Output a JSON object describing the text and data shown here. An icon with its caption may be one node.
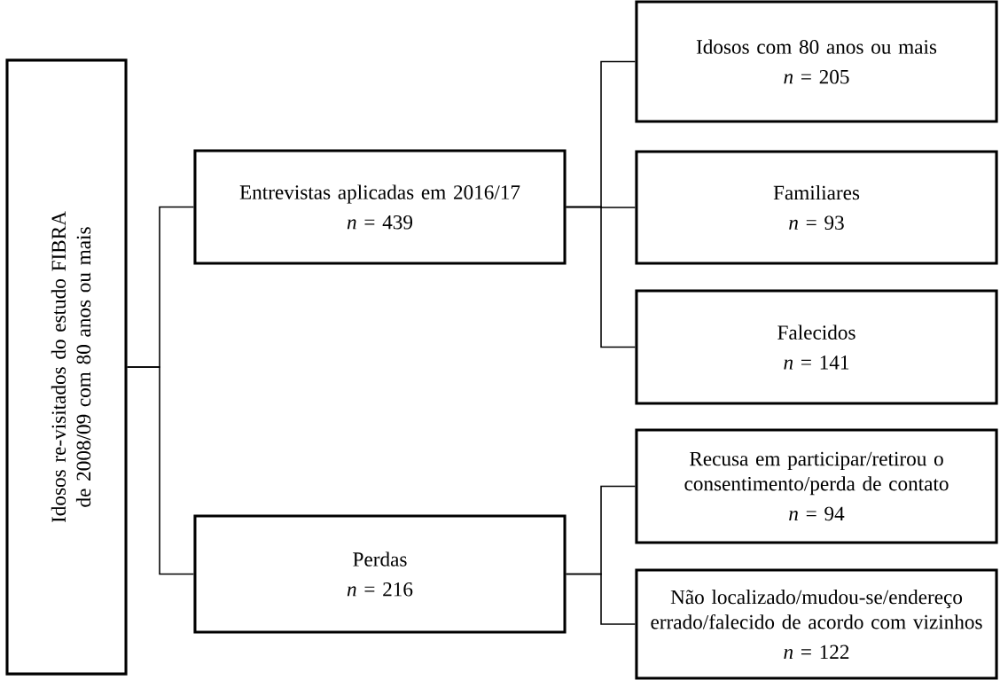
{
  "diagram": {
    "nodes": [
      {
        "text": [
          "Idosos re-visitados do estudo FIBRA de 2008/09 com 80 anos ou mais"
        ]
      },
      {
        "text": [
          "Entrevistas aplicadas em 2016/17",
          "*n* = 439"
        ]
      },
      {
        "text": [
          "Perdas",
          "*n* = 216"
        ]
      },
      {
        "text": [
          "Idosos com 80 anos ou mais",
          "*n* = 205"
        ]
      },
      {
        "text": [
          "Familiares",
          "*n* = 93"
        ]
      },
      {
        "text": [
          "Falecidos",
          "*n* = 141"
        ]
      },
      {
        "text": [
          "Recusa em participar/retirou o consentimento/perda de contato",
          "*n* = 94"
        ]
      },
      {
        "text": [
          "Não localizado/mudou-se/endereço errado/falecido de acordo com vizinhos",
          "*n* = 122"
        ]
      }
    ],
    "edges": [
      {
        "from": 0,
        "to": 1,
        "arrow": "none"
      },
      {
        "from": 0,
        "to": 2,
        "arrow": "none"
      },
      {
        "from": 1,
        "to": 3,
        "arrow": "none"
      },
      {
        "from": 1,
        "to": 4,
        "arrow": "none"
      },
      {
        "from": 1,
        "to": 5,
        "arrow": "none"
      },
      {
        "from": 2,
        "to": 6,
        "arrow": "none"
      },
      {
        "from": 2,
        "to": 7,
        "arrow": "none"
      }
    ]
  }
}
